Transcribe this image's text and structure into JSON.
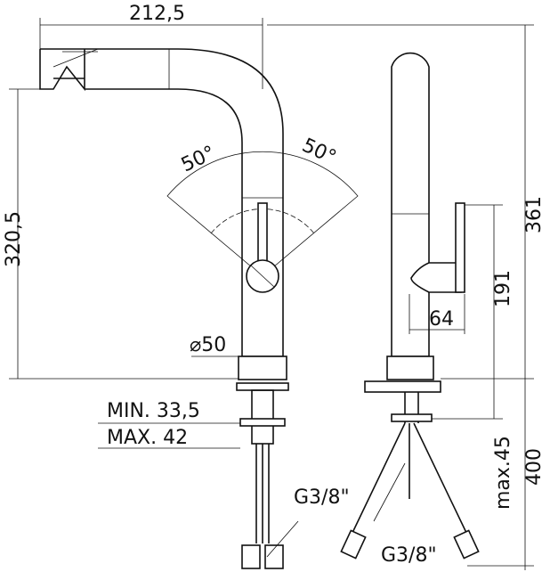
{
  "title": "Kitchen faucet technical drawing",
  "dimensions": {
    "spout_reach": "212,5",
    "height_to_spout": "320,5",
    "swivel_left": "50°",
    "swivel_right": "50°",
    "body_diameter": "⌀50",
    "min_counter": "MIN. 33,5",
    "max_counter": "MAX. 42",
    "connection_left": "G3/8\"",
    "connection_bottom": "G3/8\"",
    "total_height": "361",
    "lever_height": "191",
    "lever_reach": "64",
    "max_thickness": "max.45",
    "hose_length": "400"
  }
}
